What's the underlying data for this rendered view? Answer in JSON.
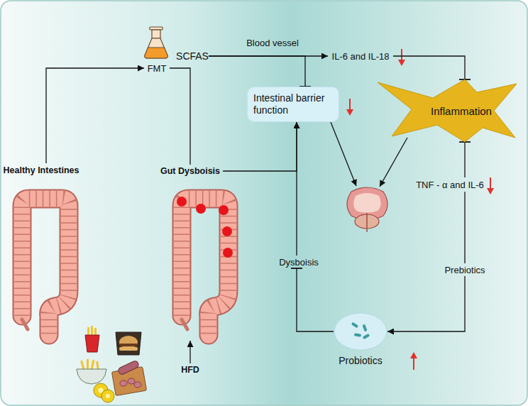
{
  "diagram": {
    "nodes": [
      {
        "text": [
          "SCFAS"
        ]
      },
      {
        "text": [
          "FMT"
        ]
      },
      {
        "text": [
          "IL-6 and IL-18"
        ]
      },
      {
        "text": [
          "Intestinal barrier function"
        ]
      },
      {
        "text": [
          "Inflammation"
        ]
      },
      {
        "text": [
          "Healthy Intestines"
        ]
      },
      {
        "text": [
          "Gut Dysboisis"
        ]
      },
      {
        "text": [
          "TNF - α and IL-6"
        ]
      },
      {
        "text": [
          "Dysboisis"
        ]
      },
      {
        "text": [
          "Prebiotics"
        ]
      },
      {
        "text": [
          "Probiotics"
        ]
      },
      {
        "text": [
          "HFD"
        ]
      }
    ],
    "edges": [
      {
        "from": 0,
        "to": 2,
        "arrow": "to",
        "label": "Blood vessel"
      },
      {
        "from": 0,
        "to": 3,
        "arrow": "to"
      },
      {
        "from": 2,
        "to": 4,
        "arrow": "to"
      },
      {
        "from": 5,
        "to": 1,
        "arrow": "to"
      },
      {
        "from": 1,
        "to": 6,
        "arrow": "none"
      },
      {
        "from": 6,
        "to": 3,
        "arrow": "to"
      },
      {
        "from": 8,
        "to": 3,
        "arrow": "to"
      },
      {
        "from": 10,
        "to": 8,
        "arrow": "to"
      },
      {
        "from": 7,
        "to": 4,
        "arrow": "to"
      },
      {
        "from": 9,
        "to": 7,
        "arrow": "none"
      },
      {
        "from": 9,
        "to": 10,
        "arrow": "to"
      },
      {
        "from": 11,
        "to": 6,
        "arrow": "to"
      }
    ]
  }
}
